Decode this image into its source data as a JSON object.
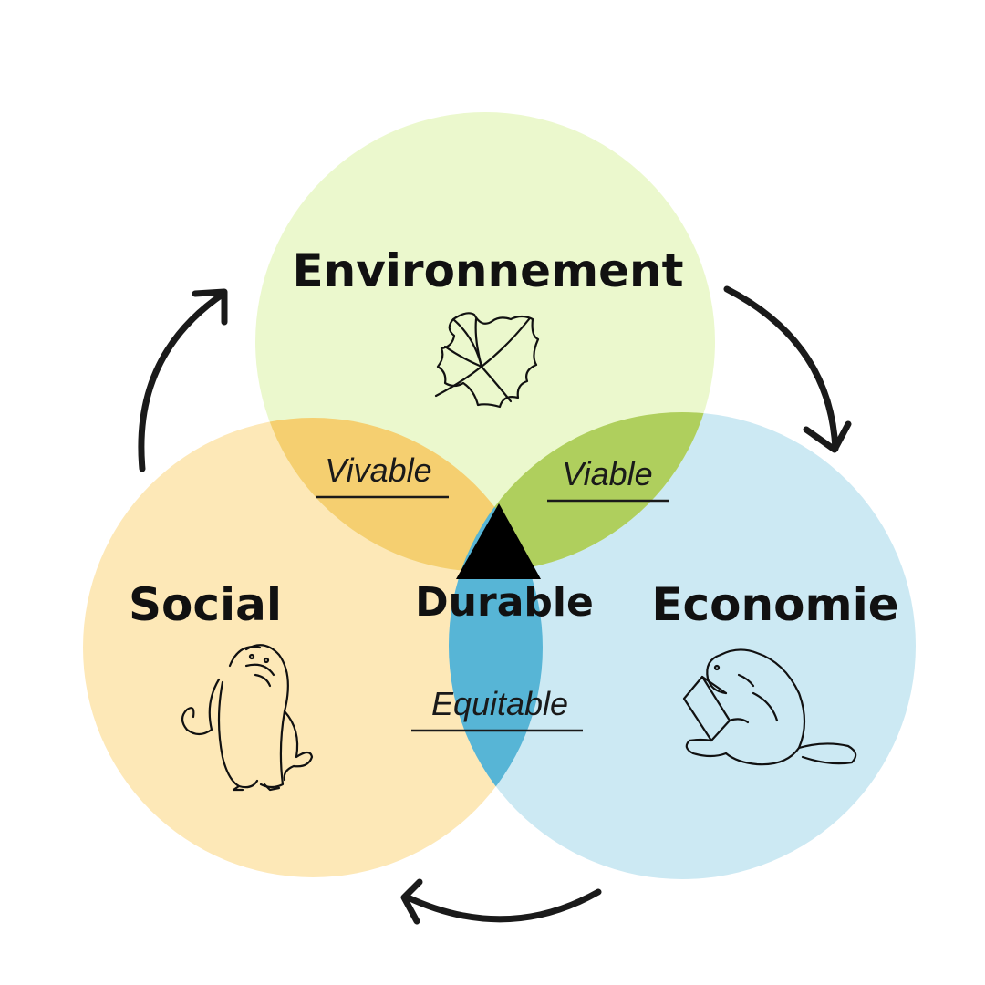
{
  "sets": {
    "environnement": {
      "label": "Environnement",
      "icon": "leaf-icon",
      "color": "#ebf8cd"
    },
    "social": {
      "label": "Social",
      "icon": "hugging-beavers-icon",
      "color": "#fde8b7"
    },
    "economie": {
      "label": "Economie",
      "icon": "reading-beaver-icon",
      "color": "#cce9f3"
    }
  },
  "overlaps": {
    "vivable": {
      "label": "Vivable",
      "color": "#f5cf70"
    },
    "viable": {
      "label": "Viable",
      "color": "#afcf5d"
    },
    "equitable": {
      "label": "Equitable",
      "color": "#57b5d6"
    }
  },
  "center": {
    "label": "Durable",
    "icon": "triangle-icon",
    "color": "#000000"
  },
  "cycle": {
    "direction": "clockwise",
    "icon": "curved-arrow-icon"
  }
}
